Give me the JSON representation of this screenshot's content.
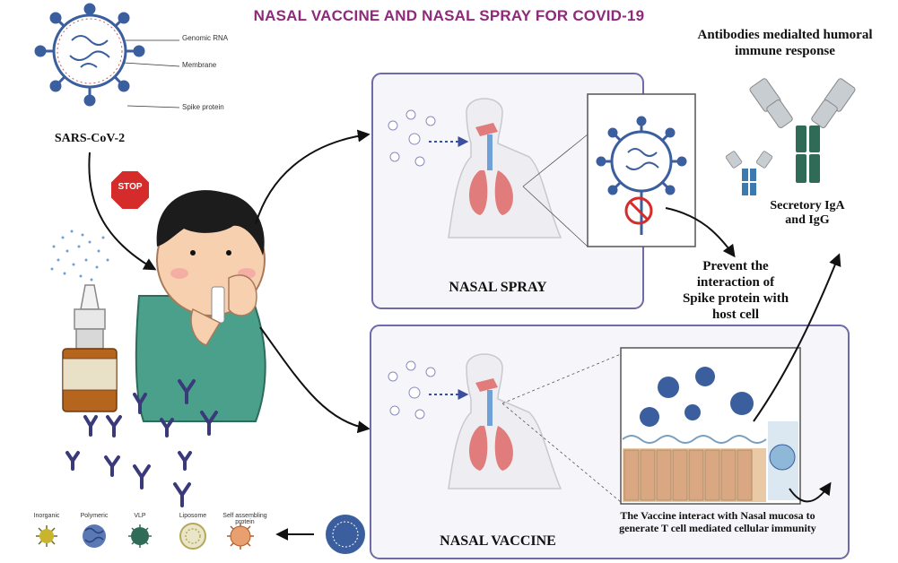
{
  "title": "NASAL VACCINE AND NASAL SPRAY FOR COVID-19",
  "virus": {
    "name": "SARS-CoV-2",
    "parts": [
      "Genomic RNA",
      "Membrane",
      "Spike protein"
    ]
  },
  "stop_sign": "STOP",
  "panels": {
    "spray": {
      "label": "NASAL SPRAY"
    },
    "vaccine": {
      "label": "NASAL VACCINE"
    }
  },
  "annotations": {
    "antibodies": "Antibodies medialted humoral immune response",
    "secretory": "Secretory IgA and IgG",
    "prevent": "Prevent the interaction of Spike protein with host cell",
    "vaccine_interact": "The Vaccine interact with Nasal mucosa to generate T cell mediated cellular  immunity"
  },
  "nanoparticles": [
    "Inorganic",
    "Polymeric",
    "VLP",
    "Liposome",
    "Self assembling protein"
  ],
  "colors": {
    "title": "#8e2a7a",
    "panel_border": "#6f6aa8",
    "virus": "#3b5f9e",
    "antibody_green": "#2f6b57",
    "antibody_grey": "#a9b0b7",
    "stop": "#d62b2b",
    "lungs": "#e07c7c",
    "arrow": "#111111"
  }
}
